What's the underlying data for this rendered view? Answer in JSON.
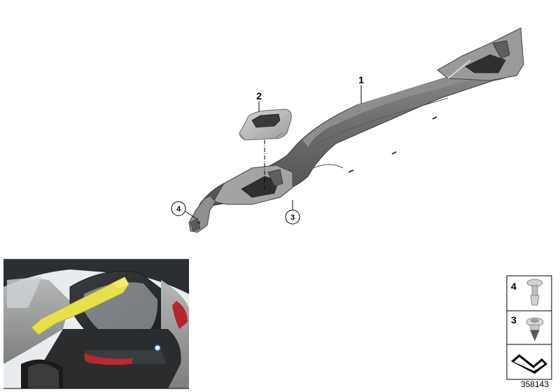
{
  "callouts": {
    "part1": "1",
    "part2": "2",
    "part3": "3",
    "part4": "4"
  },
  "legend": {
    "row1_number": "4",
    "row2_number": "3"
  },
  "reference_code": "358143",
  "colors": {
    "trim_panel": "#6f6f6f",
    "trim_panel_light": "#9a9a9a",
    "highlight": "#e6e04a",
    "car_body": "#9a9c9c",
    "car_glass": "#2b2e30",
    "tail_light": "#b8242c"
  }
}
